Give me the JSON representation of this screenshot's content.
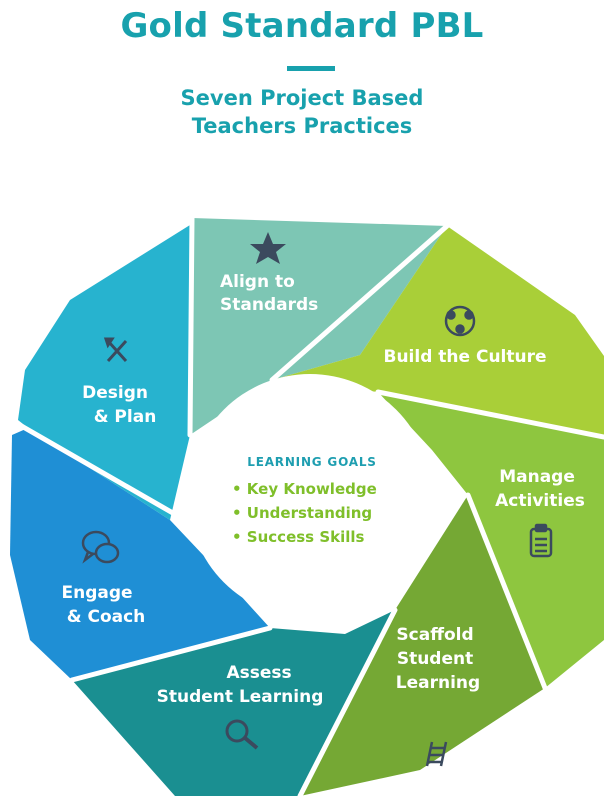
{
  "header": {
    "title": "Gold Standard PBL",
    "subtitle_line1": "Seven Project Based",
    "subtitle_line2": "Teachers Practices"
  },
  "center": {
    "heading": "LEARNING GOALS",
    "items": [
      "• Key Knowledge",
      "• Understanding",
      "• Success Skills"
    ]
  },
  "segments": [
    {
      "label_lines": [
        "Align to",
        "Standards"
      ],
      "icon": "star-icon",
      "color": "#7dc6b4"
    },
    {
      "label_lines": [
        "Build the Culture"
      ],
      "icon": "people-circle-icon",
      "color": "#a9cf38"
    },
    {
      "label_lines": [
        "Manage",
        "Activities"
      ],
      "icon": "clipboard-icon",
      "color": "#8ec63f"
    },
    {
      "label_lines": [
        "Scaffold",
        "Student",
        "Learning"
      ],
      "icon": "ladder-icon",
      "color": "#75a834"
    },
    {
      "label_lines": [
        "Assess",
        "Student Learning"
      ],
      "icon": "magnifier-icon",
      "color": "#1a8f91"
    },
    {
      "label_lines": [
        "Engage",
        "& Coach"
      ],
      "icon": "speech-bubbles-icon",
      "color": "#1f8fd5"
    },
    {
      "label_lines": [
        "Design",
        "& Plan"
      ],
      "icon": "pencil-ruler-icon",
      "color": "#27b3cf"
    }
  ]
}
